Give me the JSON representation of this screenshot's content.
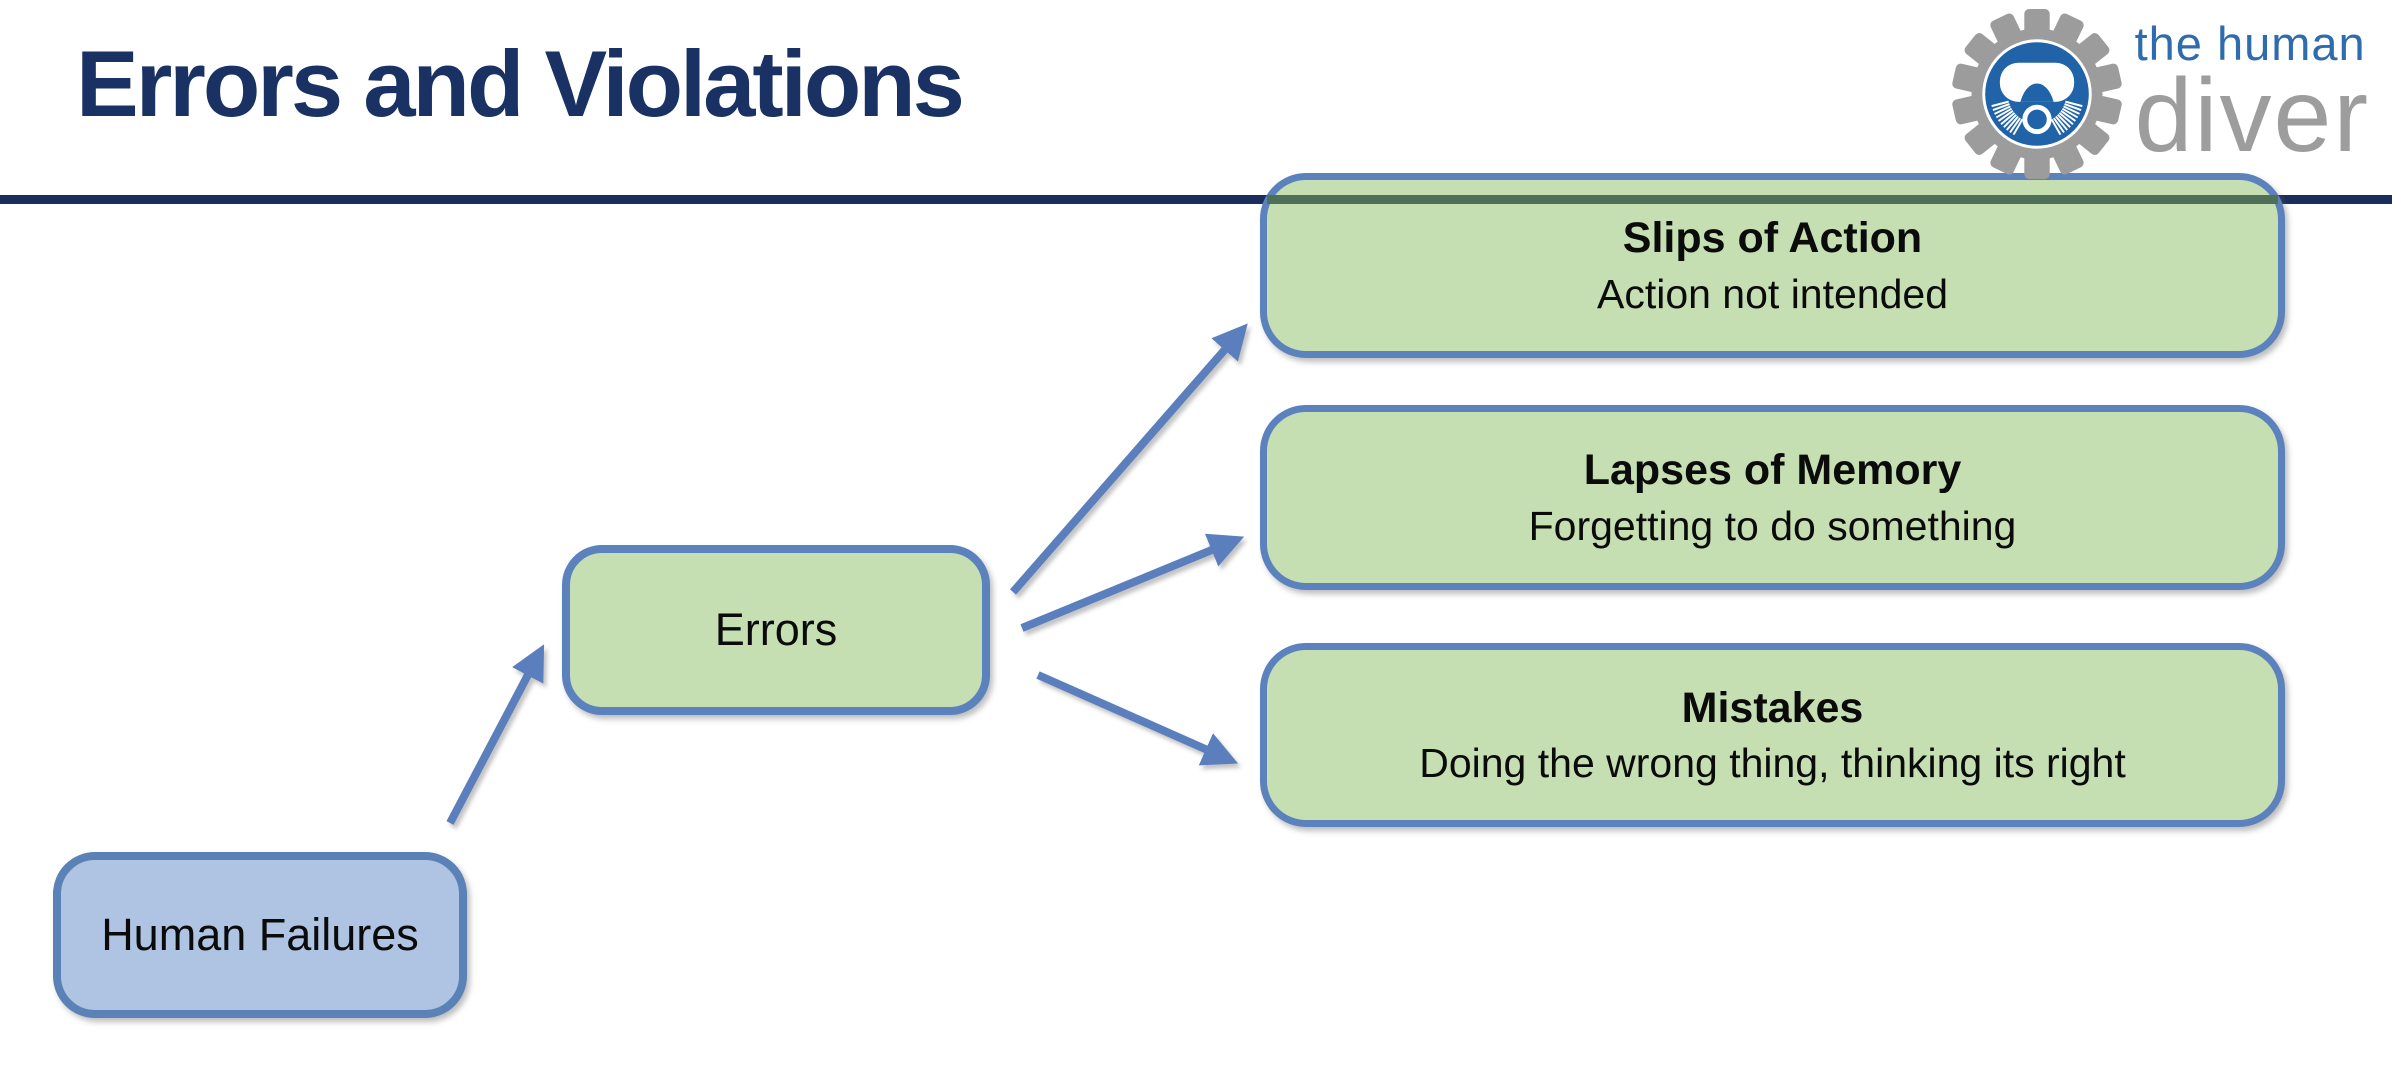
{
  "slide": {
    "title": "Errors and Violations"
  },
  "logo": {
    "text_top": "the human",
    "text_bottom": "diver"
  },
  "diagram": {
    "nodes": {
      "human_failures": {
        "label": "Human Failures"
      },
      "errors": {
        "label": "Errors"
      },
      "slips": {
        "title": "Slips of Action",
        "subtitle": "Action not intended"
      },
      "lapses": {
        "title": "Lapses of Memory",
        "subtitle": "Forgetting to do something"
      },
      "mistakes": {
        "title": "Mistakes",
        "subtitle": "Doing the wrong thing, thinking its right"
      }
    },
    "connections": [
      {
        "from": "Human Failures",
        "to": "Errors"
      },
      {
        "from": "Errors",
        "to": "Slips of Action"
      },
      {
        "from": "Errors",
        "to": "Lapses of Memory"
      },
      {
        "from": "Errors",
        "to": "Mistakes"
      }
    ],
    "colors": {
      "title_text": "#1a3263",
      "divider_line": "#1b2d5c",
      "green_node_fill": "#c5deb2",
      "green_node_border": "#5b82bd",
      "blue_node_fill": "#aec4e2",
      "blue_node_border": "#5b82b6",
      "arrow": "#5b7fbd",
      "node_text": "#0b0b0b",
      "logo_circle_blue": "#2063a8",
      "logo_gear_gray": "#9c9c9c",
      "logo_text_blue": "#2e6cad",
      "logo_text_gray": "#9d9d9d"
    }
  }
}
